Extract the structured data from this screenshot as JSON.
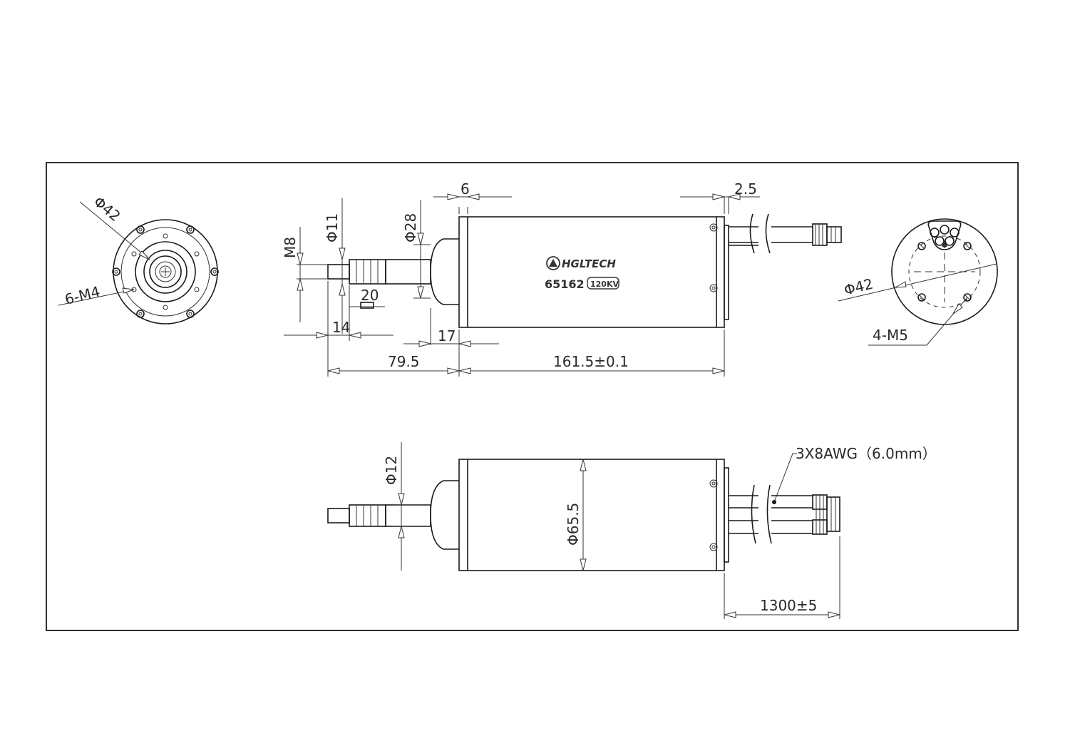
{
  "branding": {
    "logo_text": "HGLTECH",
    "model": "65162",
    "kv": "120KV"
  },
  "front_view": {
    "flange_diameter": "Φ42",
    "mount_holes": "6-M4"
  },
  "side_view": {
    "flange_thickness": "6",
    "rear_cap": "2.5",
    "shaft_diameter": "Φ11",
    "thread": "M8",
    "boss_diameter": "Φ28",
    "key_length": "20",
    "thread_length": "14",
    "boss_length": "17",
    "front_length": "79.5",
    "body_length": "161.5±0.1"
  },
  "rear_view": {
    "diameter": "Φ42",
    "mount_holes": "4-M5"
  },
  "bottom_view": {
    "shaft_diameter": "Φ12",
    "body_diameter": "Φ65.5",
    "cable_spec": "3X8AWG（6.0mm）",
    "cable_length": "1300±5"
  },
  "colors": {
    "line": "#1a1a1a",
    "paper": "#ffffff"
  }
}
